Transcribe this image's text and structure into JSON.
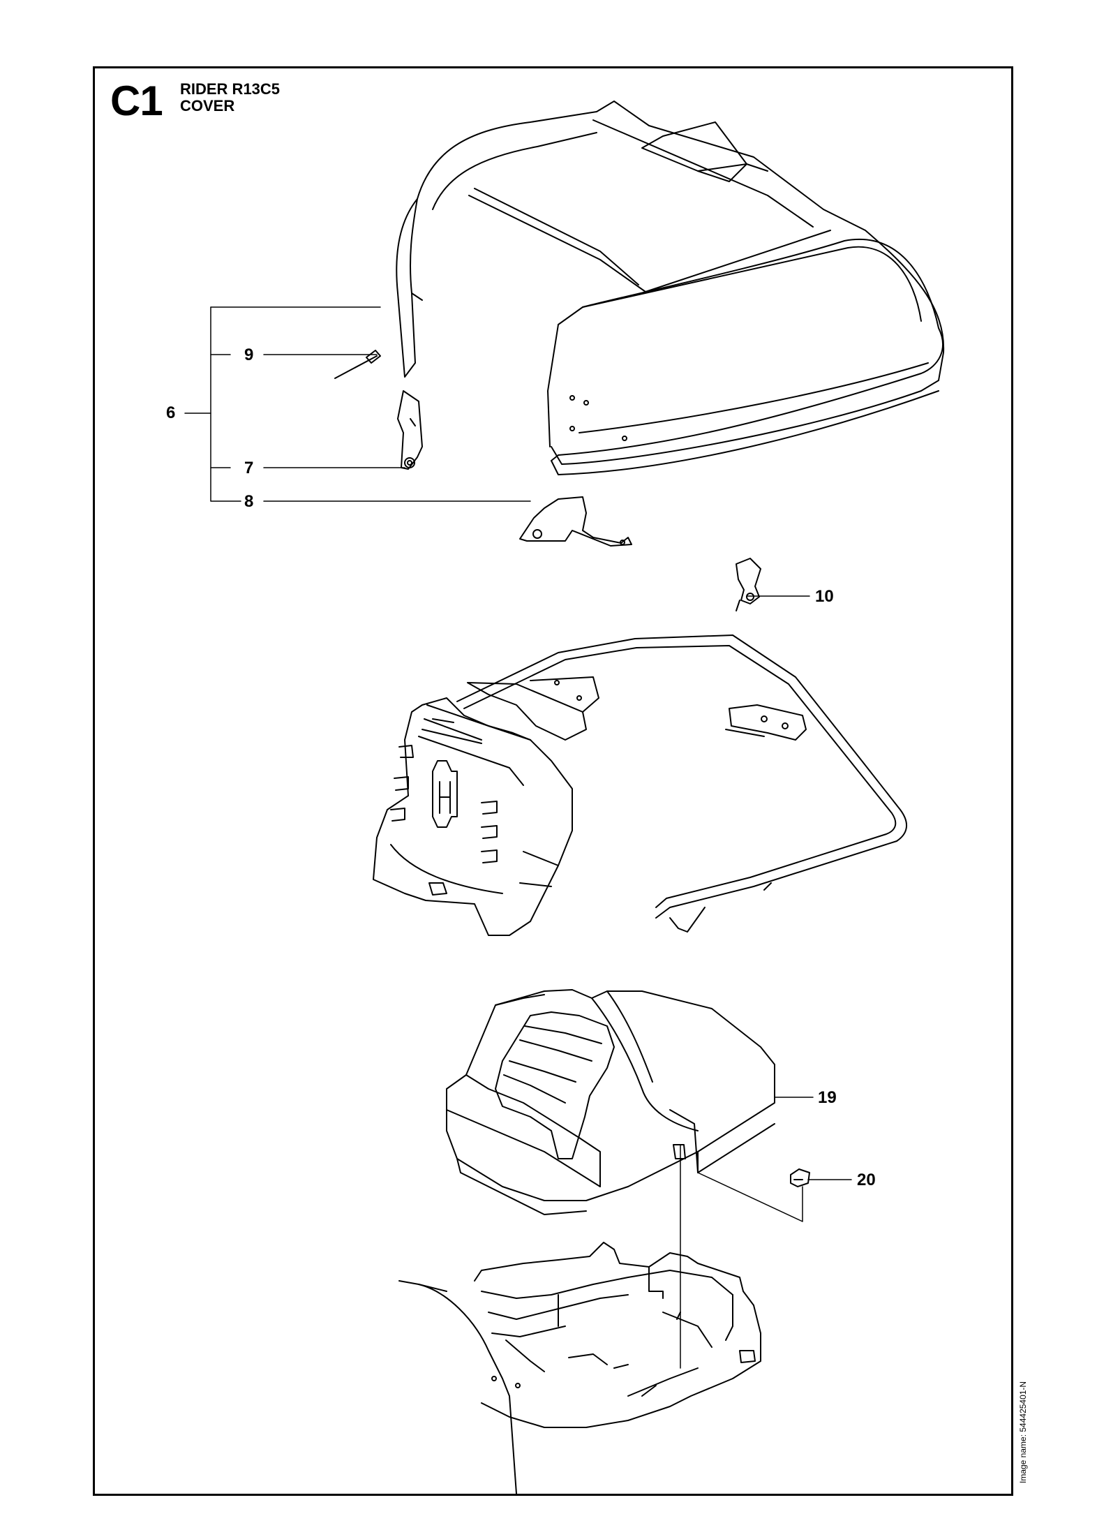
{
  "header": {
    "code": "C1",
    "model": "RIDER R13C5",
    "section": "COVER"
  },
  "image_name": "Image name: 544425401-N",
  "callouts": [
    "6",
    "9",
    "7",
    "8",
    "10",
    "19",
    "20"
  ]
}
